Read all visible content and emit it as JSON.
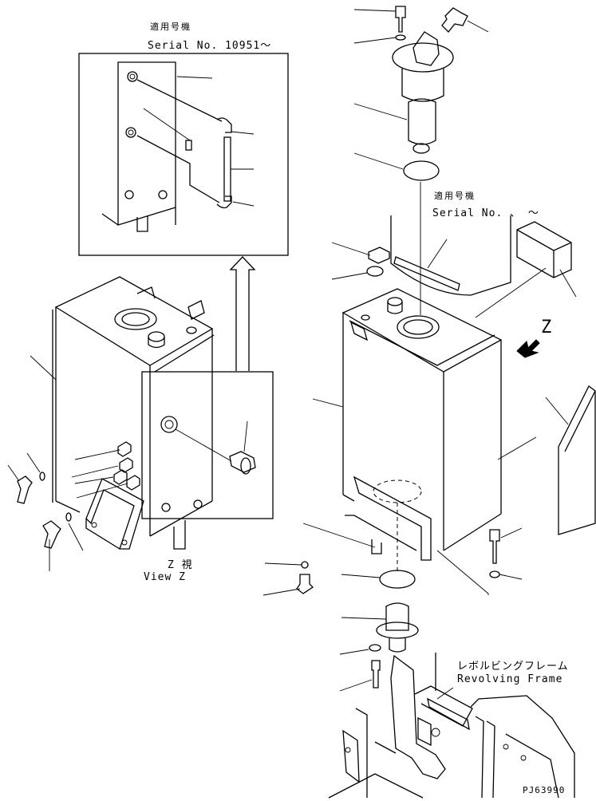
{
  "labels": {
    "detail_top_jp": "適用号機",
    "detail_top_serial": "Serial No. 10951～",
    "detail_right_jp": "適用号機",
    "detail_right_serial": "Serial No.  、 ～",
    "view_z_jp": "Z  視",
    "view_z_en": "View Z",
    "z_arrow_label": "Z",
    "frame_jp": "レボルビングフレーム",
    "frame_en": "Revolving Frame",
    "drawing_number": "PJ63990"
  }
}
